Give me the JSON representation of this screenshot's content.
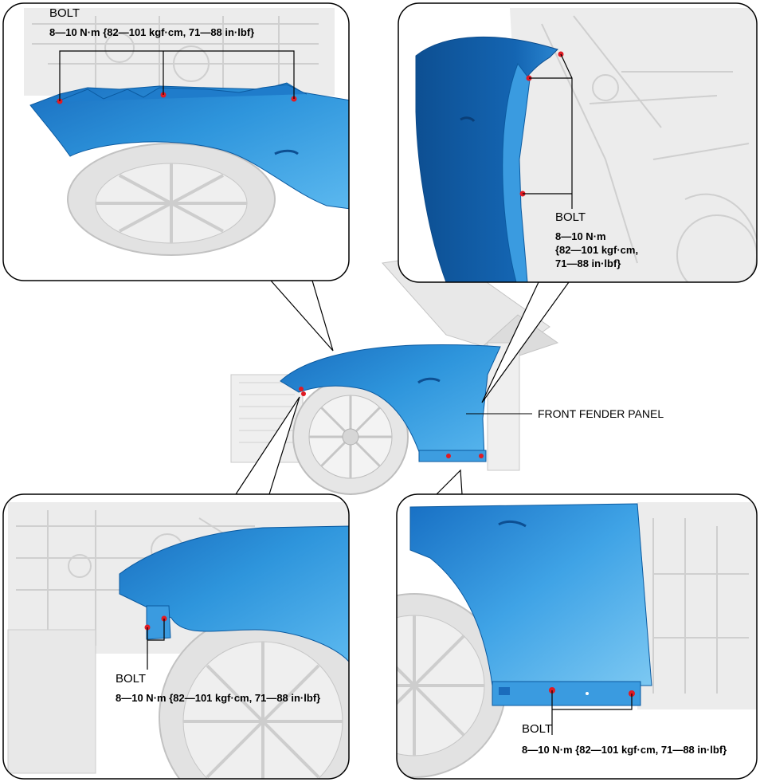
{
  "callouts": {
    "top_left": {
      "bolt": "BOLT",
      "torque": "8—10 N·m {82—101 kgf·cm, 71—88 in·lbf}"
    },
    "top_right": {
      "bolt": "BOLT",
      "torque_line1": "8—10 N·m",
      "torque_line2": "{82—101 kgf·cm,",
      "torque_line3": "71—88 in·lbf}"
    },
    "bottom_left": {
      "bolt": "BOLT",
      "torque": "8—10 N·m {82—101 kgf·cm, 71—88 in·lbf}"
    },
    "bottom_right": {
      "bolt": "BOLT",
      "torque": "8—10 N·m {82—101 kgf·cm, 71—88 in·lbf}"
    }
  },
  "main_label": "FRONT FENDER PANEL",
  "colors": {
    "fender": "#2a8fd8",
    "fender_light": "#4fb0ec",
    "fender_dark": "#0d5fa8",
    "bolt": "#e01b24",
    "ghost": "#d8d8d8",
    "frame": "#000000"
  }
}
